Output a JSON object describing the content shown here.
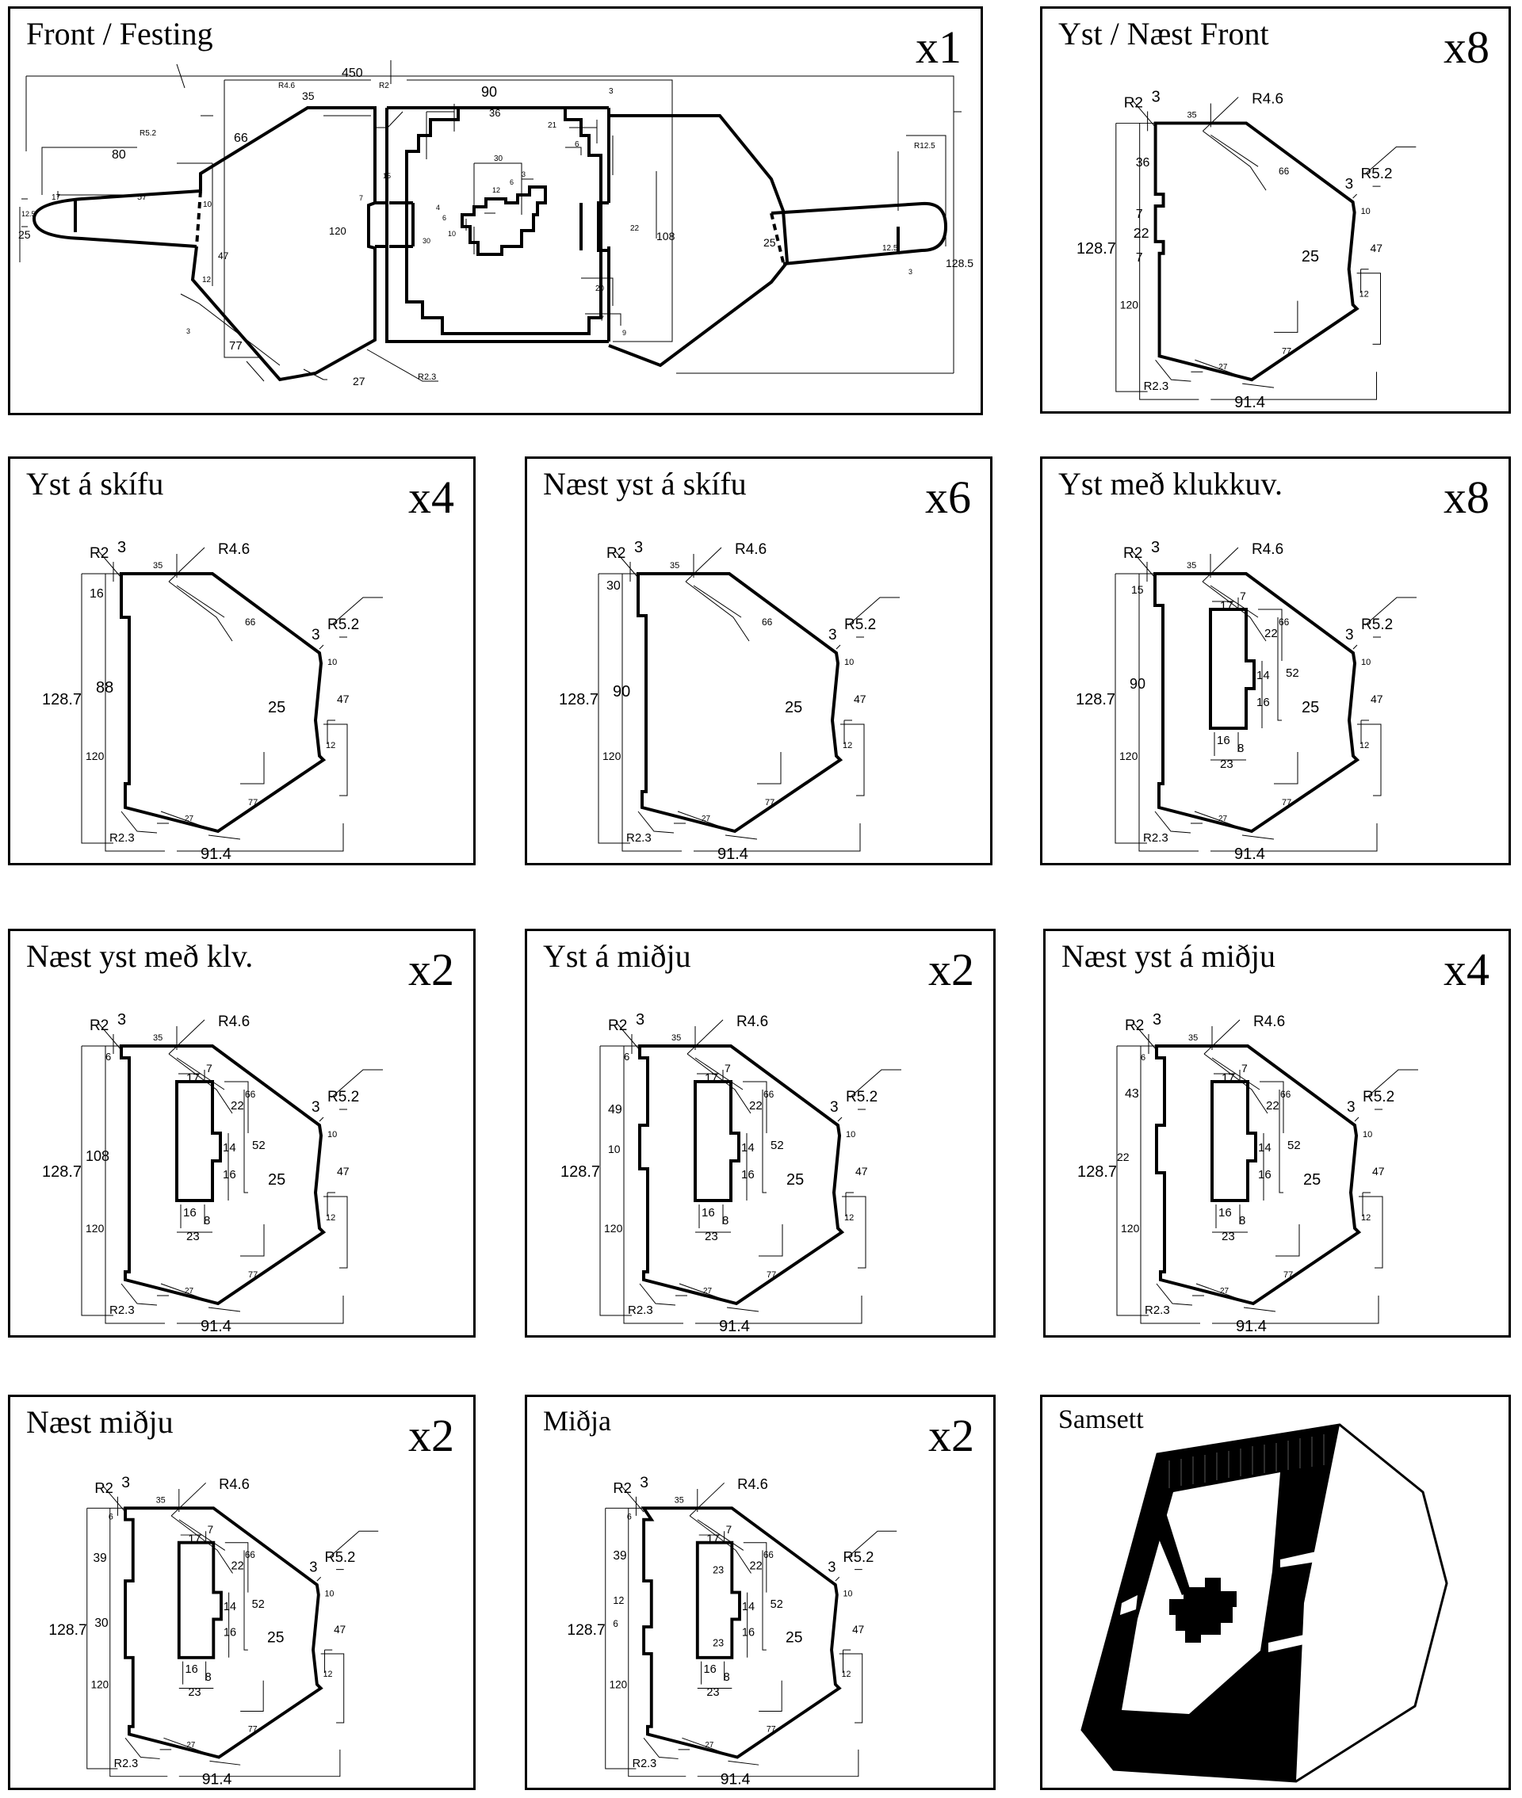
{
  "panels": [
    {
      "title": "Front / Festing",
      "count": "x1"
    },
    {
      "title": "Yst / Næst Front",
      "count": "x8"
    },
    {
      "title": "Yst á skífu",
      "count": "x4"
    },
    {
      "title": "Næst yst á skífu",
      "count": "x6"
    },
    {
      "title": "Yst með klukkuv.",
      "count": "x8"
    },
    {
      "title": "Næst yst með klv.",
      "count": "x2"
    },
    {
      "title": "Yst á miðju",
      "count": "x2"
    },
    {
      "title": "Næst yst á miðju",
      "count": "x4"
    },
    {
      "title": "Næst miðju",
      "count": "x2"
    },
    {
      "title": "Miðja",
      "count": "x2"
    },
    {
      "title": "Samsett",
      "count": ""
    }
  ],
  "common_dims": {
    "r2": "R2",
    "r46": "R4.6",
    "r52": "R5.2",
    "r23": "R2.3",
    "d3": "3",
    "d35": "35",
    "d66": "66",
    "d3b": "3",
    "d10": "10",
    "d47": "47",
    "d25": "25",
    "d12": "12",
    "d1287": "128.7",
    "d120": "120",
    "d27": "27",
    "d77": "77",
    "d914": "91.4"
  },
  "slot_dims": {
    "d17": "17",
    "d7": "7",
    "d22": "22",
    "d52": "52",
    "d14": "14",
    "d16a": "16",
    "d16b": "16",
    "d8": "8",
    "d23": "23"
  },
  "special": {
    "p1": {
      "d36": "36",
      "d7a": "7",
      "d22": "22",
      "d7b": "7"
    },
    "p2": {
      "d16": "16",
      "d88": "88"
    },
    "p3": {
      "d30": "30",
      "d90": "90"
    },
    "p4": {
      "d15": "15",
      "d90": "90"
    },
    "p5": {
      "d6": "6",
      "d108": "108"
    },
    "p6": {
      "d6": "6",
      "d49": "49",
      "d10": "10"
    },
    "p7": {
      "d6": "6",
      "d43": "43",
      "d22": "22"
    },
    "p8": {
      "d6": "6",
      "d39": "39",
      "d30": "30"
    },
    "p9": {
      "d6": "6",
      "d39": "39",
      "d12": "12",
      "d6b": "6",
      "d23a": "23",
      "d23b": "23"
    }
  },
  "front_dims": {
    "d450": "450",
    "r46": "R4.6",
    "d35": "35",
    "r2": "R2",
    "d90": "90",
    "d36": "36",
    "d21": "21",
    "d6": "6",
    "d3": "3",
    "r52": "R5.2",
    "d66": "66",
    "d80": "80",
    "d17": "17",
    "d57": "57",
    "d125": "12.5",
    "d25": "25",
    "d10": "10",
    "d47": "47",
    "d12": "12",
    "d3b": "3",
    "d77": "77",
    "d27": "27",
    "r23": "R2.3",
    "d120": "120",
    "d15": "15",
    "d7": "7",
    "d30": "30",
    "d12b": "12",
    "d6b": "6",
    "d3c": "3",
    "d4": "4",
    "d6c": "6",
    "d10b": "10",
    "d30b": "30",
    "d22": "22",
    "d108": "108",
    "d20": "20",
    "d7b": "7",
    "d9": "9",
    "r125": "R12.5",
    "d1285": "128.5",
    "d25b": "25",
    "d125b": "12.5",
    "d3d": "3"
  }
}
